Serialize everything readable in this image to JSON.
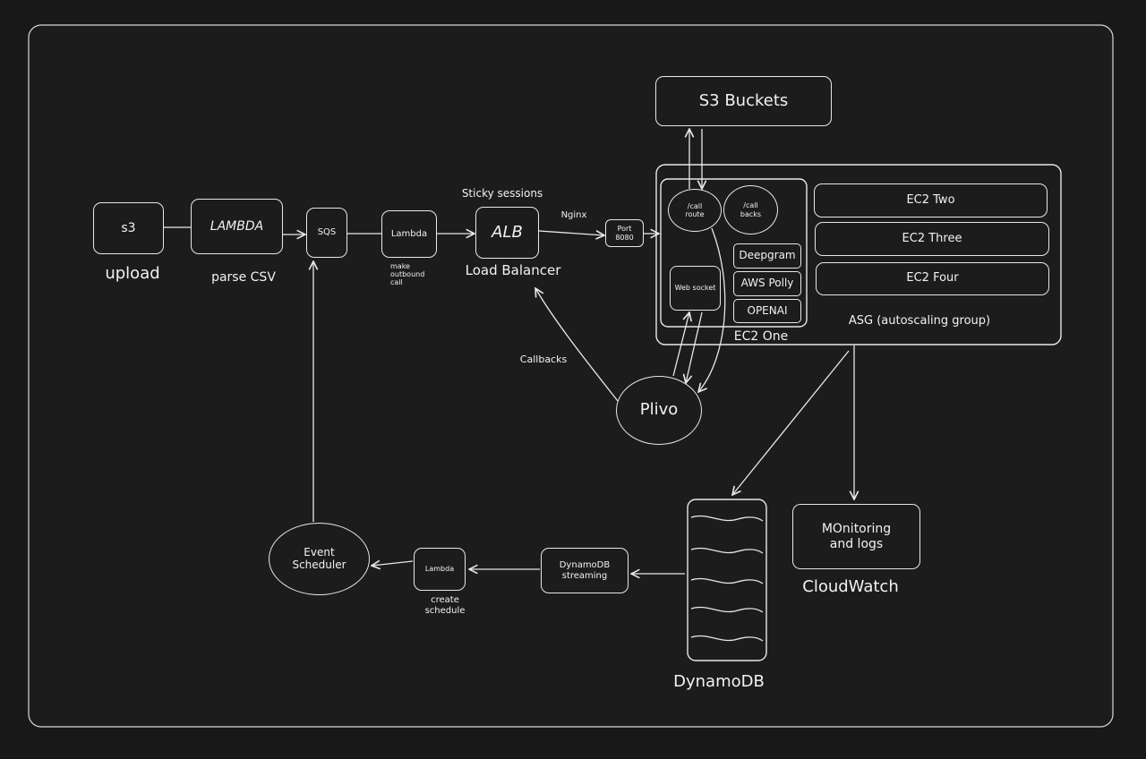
{
  "nodes": {
    "s3": "s3",
    "lambda_main": "LAMBDA",
    "sqs": "SQS",
    "lambda_call": "Lambda",
    "alb": "ALB",
    "port": "Port\n8080",
    "s3_buckets": "S3 Buckets",
    "call_route": "/call\nroute",
    "call_backs": "/call\nbacks",
    "web_socket": "Web socket",
    "deepgram": "Deepgram",
    "aws_polly": "AWS Polly",
    "openai": "OPENAI",
    "ec2_two": "EC2 Two",
    "ec2_three": "EC2 Three",
    "ec2_four": "EC2 Four",
    "plivo": "Plivo",
    "monitoring": "MOnitoring\nand logs",
    "dynamodb_streaming": "DynamoDB\nstreaming",
    "lambda_schedule": "Lambda",
    "event_scheduler": "Event\nScheduler"
  },
  "labels": {
    "upload": "upload",
    "parse_csv": "parse CSV",
    "make_outbound_call": "make\noutbound\ncall",
    "sticky_sessions": "Sticky sessions",
    "nginx": "Nginx",
    "load_balancer": "Load Balancer",
    "ec2_one": "EC2 One",
    "asg": "ASG (autoscaling group)",
    "callbacks": "Callbacks",
    "cloudwatch": "CloudWatch",
    "dynamodb": "DynamoDB",
    "create_schedule": "create\nschedule"
  },
  "colors": {
    "background": "#181818",
    "frame": "#2a2a2a",
    "stroke": "#e8e8e8"
  }
}
